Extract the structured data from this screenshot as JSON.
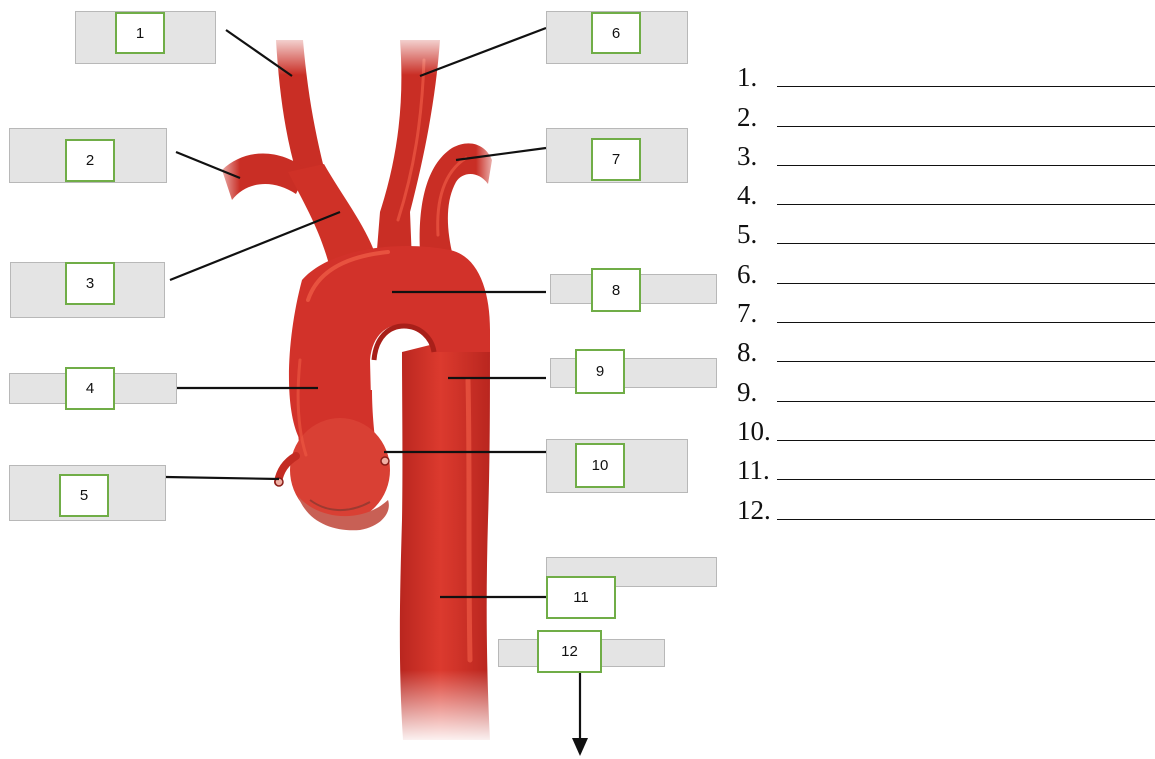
{
  "diagram": {
    "callouts": [
      {
        "number": "1"
      },
      {
        "number": "2"
      },
      {
        "number": "3"
      },
      {
        "number": "4"
      },
      {
        "number": "5"
      },
      {
        "number": "6"
      },
      {
        "number": "7"
      },
      {
        "number": "8"
      },
      {
        "number": "9"
      },
      {
        "number": "10"
      },
      {
        "number": "11"
      },
      {
        "number": "12"
      }
    ],
    "colors": {
      "vessel_base": "#d2322a",
      "vessel_dark": "#a81f19",
      "vessel_highlight": "#ee5a45",
      "valve": "#c86055",
      "label_box_fill": "#e4e4e4",
      "number_box_border": "#70ad47",
      "leader_line": "#111111"
    }
  },
  "answer_sheet": {
    "items": [
      {
        "label": "1."
      },
      {
        "label": "2."
      },
      {
        "label": "3."
      },
      {
        "label": "4."
      },
      {
        "label": "5."
      },
      {
        "label": "6."
      },
      {
        "label": "7."
      },
      {
        "label": "8."
      },
      {
        "label": "9."
      },
      {
        "label": "10."
      },
      {
        "label": "11."
      },
      {
        "label": "12."
      }
    ]
  }
}
